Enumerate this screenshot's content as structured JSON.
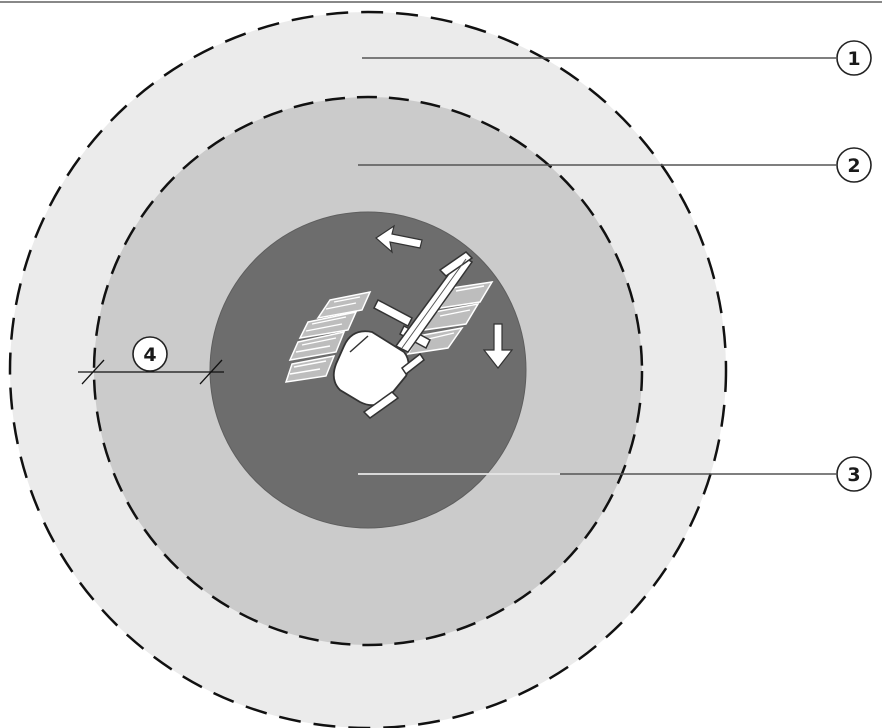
{
  "callouts": {
    "zone_outer": {
      "label": "1"
    },
    "zone_middle": {
      "label": "2"
    },
    "zone_inner": {
      "label": "3"
    },
    "safety_distance": {
      "label": "4"
    }
  },
  "colors": {
    "outer_zone_fill": "#ebebeb",
    "middle_zone_fill": "#cbcbcb",
    "inner_zone_fill": "#6d6d6d",
    "zone_boundary": "#111111",
    "leader_line": "#555555",
    "machine": "#ffffff"
  },
  "icons": {
    "machine": "crane-excavator-top-view-icon",
    "rotation_arrow": "rotation-arrow-icon",
    "travel_arrow": "down-arrow-icon"
  }
}
